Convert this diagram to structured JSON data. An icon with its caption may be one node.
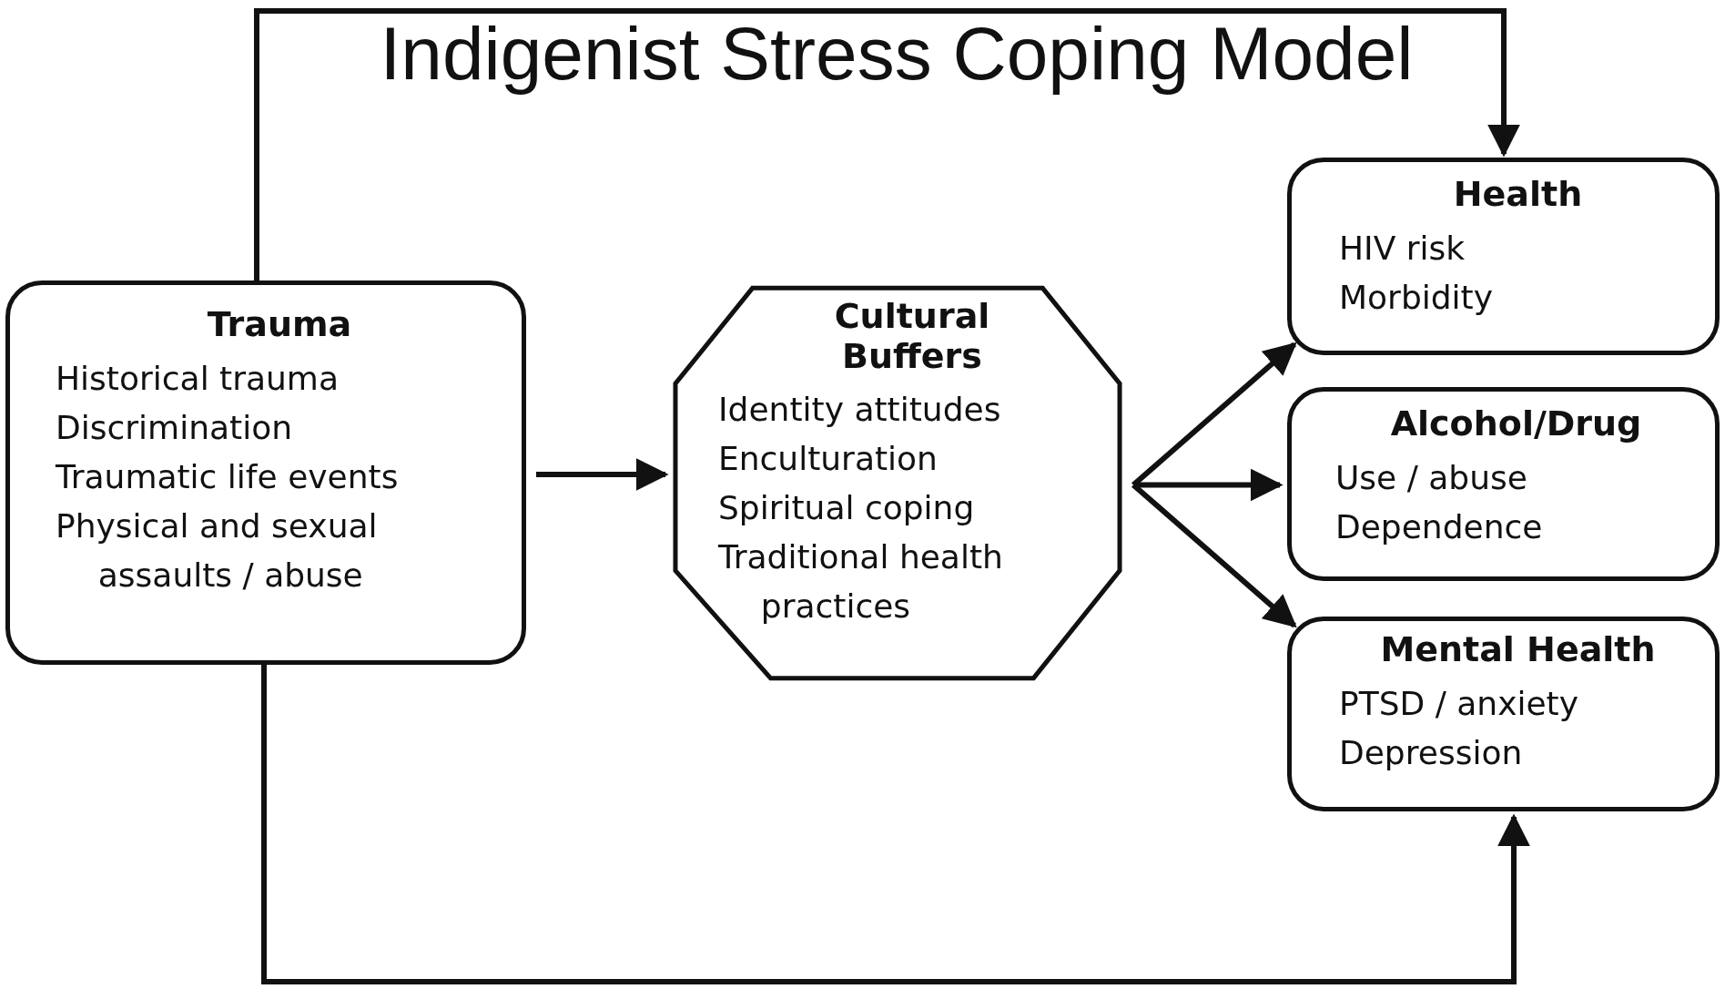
{
  "diagram": {
    "title": "Indigenist Stress Coping Model",
    "nodes": [
      {
        "text": [
          "Trauma",
          "Historical trauma",
          "Discrimination",
          "Traumatic life events",
          "Physical and sexual assaults / abuse"
        ]
      },
      {
        "text": [
          "Cultural Buffers",
          "Identity attitudes",
          "Enculturation",
          "Spiritual coping",
          "Traditional health practices"
        ]
      },
      {
        "text": [
          "Health",
          "HIV risk",
          "Morbidity"
        ]
      },
      {
        "text": [
          "Alcohol/Drug",
          "Use / abuse",
          "Dependence"
        ]
      },
      {
        "text": [
          "Mental Health",
          "PTSD / anxiety",
          "Depression"
        ]
      }
    ],
    "edges": [
      {
        "from": 0,
        "to": 1,
        "arrow": "to"
      },
      {
        "from": 1,
        "to": 2,
        "arrow": "to"
      },
      {
        "from": 1,
        "to": 3,
        "arrow": "to"
      },
      {
        "from": 1,
        "to": 4,
        "arrow": "to"
      },
      {
        "from": 0,
        "to": 2,
        "arrow": "to"
      },
      {
        "from": 0,
        "to": 4,
        "arrow": "to"
      }
    ]
  }
}
